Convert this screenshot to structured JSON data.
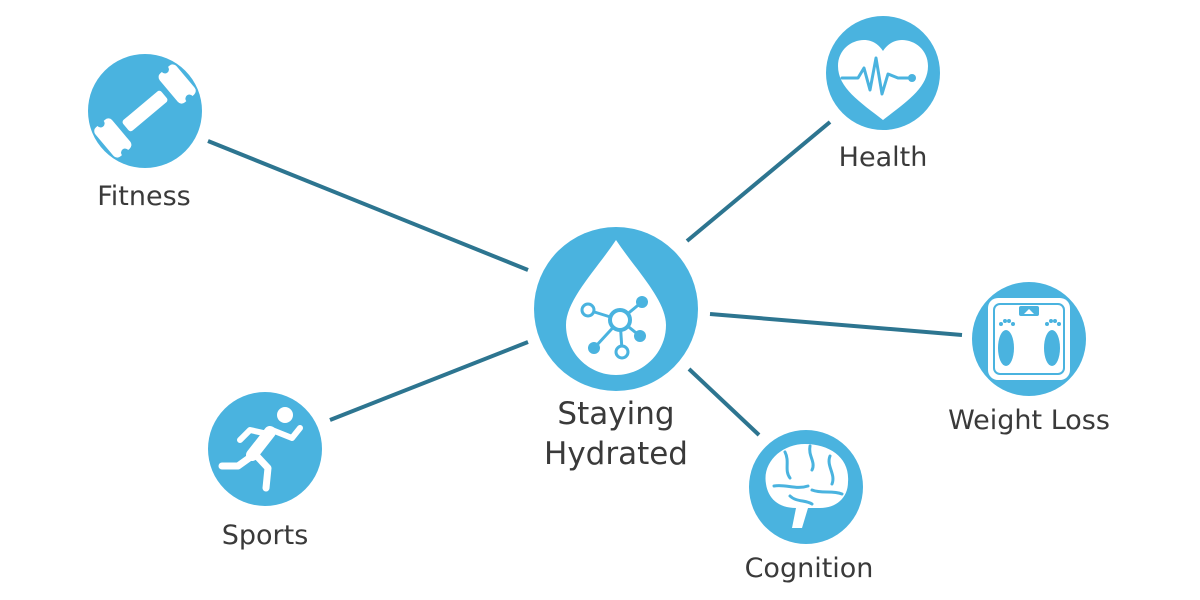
{
  "center": {
    "line1": "Staying",
    "line2": "Hydrated",
    "icon": "water-drop-molecule-icon"
  },
  "nodes": [
    {
      "id": "fitness",
      "label": "Fitness",
      "icon": "dumbbell-icon"
    },
    {
      "id": "sports",
      "label": "Sports",
      "icon": "runner-icon"
    },
    {
      "id": "health",
      "label": "Health",
      "icon": "heartbeat-icon"
    },
    {
      "id": "weight-loss",
      "label": "Weight Loss",
      "icon": "scale-icon"
    },
    {
      "id": "cognition",
      "label": "Cognition",
      "icon": "brain-icon"
    }
  ],
  "colors": {
    "circle": "#4ab3df",
    "connector": "#2d7590",
    "text": "#3a3a3a",
    "icon": "#ffffff"
  }
}
